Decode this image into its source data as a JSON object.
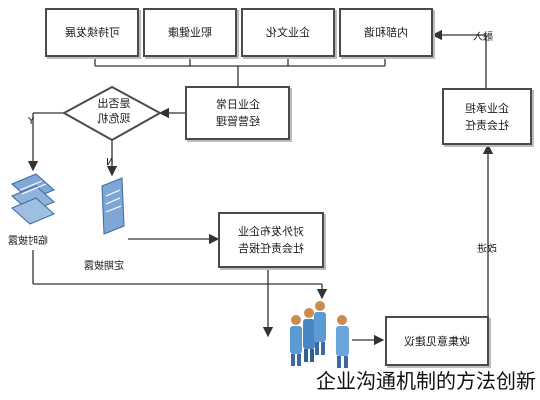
{
  "boxes": {
    "sustainable": "可持续发展",
    "career_health": "职业健康",
    "corporate_culture": "企业文化",
    "internal_harmony": "内部和谐",
    "daily_management": "企业日常\n经营管理",
    "social_responsibility": "企业承担\n社会责任",
    "external_report": "对外发布企业\n社会责任报告",
    "collect_suggestions": "收集意见建议"
  },
  "decision": {
    "text": "是否出\n现危机",
    "yes": "Y",
    "no": "N"
  },
  "labels": {
    "integrate": "融入",
    "improve": "改进",
    "temp_disclosure": "临时披露",
    "regular_disclosure": "定期披露"
  },
  "caption": "企业沟通机制的方法创新",
  "colors": {
    "line": "#333333",
    "box_border": "#4a4a4a",
    "doc_blue": "#7fa7d6",
    "people_blue": "#5b9bd5",
    "people_skin": "#c98b4e"
  }
}
